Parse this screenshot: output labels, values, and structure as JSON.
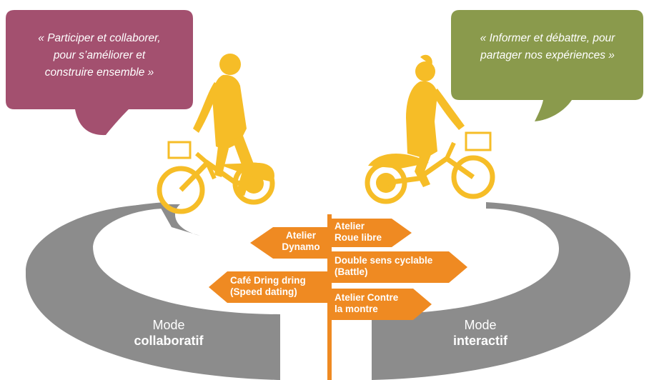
{
  "bubbles": {
    "left": {
      "lines": [
        "« Participer et collaborer,",
        "pour s’améliorer et",
        "construire ensemble »"
      ],
      "color": "#a3506f"
    },
    "right": {
      "lines": [
        "« Informer et débattre, pour",
        "partager nos expériences »"
      ],
      "color": "#8a9a4c"
    }
  },
  "signs": [
    {
      "lines": [
        "Atelier",
        "Dynamo"
      ],
      "direction": "left"
    },
    {
      "lines": [
        "Café Dring dring",
        "(Speed dating)"
      ],
      "direction": "left"
    },
    {
      "lines": [
        "Atelier",
        "Roue libre"
      ],
      "direction": "right"
    },
    {
      "lines": [
        "Double sens cyclable",
        "(Battle)"
      ],
      "direction": "right"
    },
    {
      "lines": [
        "Atelier  Contre",
        "la montre"
      ],
      "direction": "right"
    }
  ],
  "modes": {
    "left": {
      "line1": "Mode",
      "line2": "collaboratif"
    },
    "right": {
      "line1": "Mode",
      "line2": "interactif"
    }
  },
  "colors": {
    "road": "#8c8c8c",
    "sign": "#ef8a22",
    "cyclist": "#f6bd27"
  },
  "icons": [
    "cyclist-man-icon",
    "cyclist-woman-icon"
  ]
}
